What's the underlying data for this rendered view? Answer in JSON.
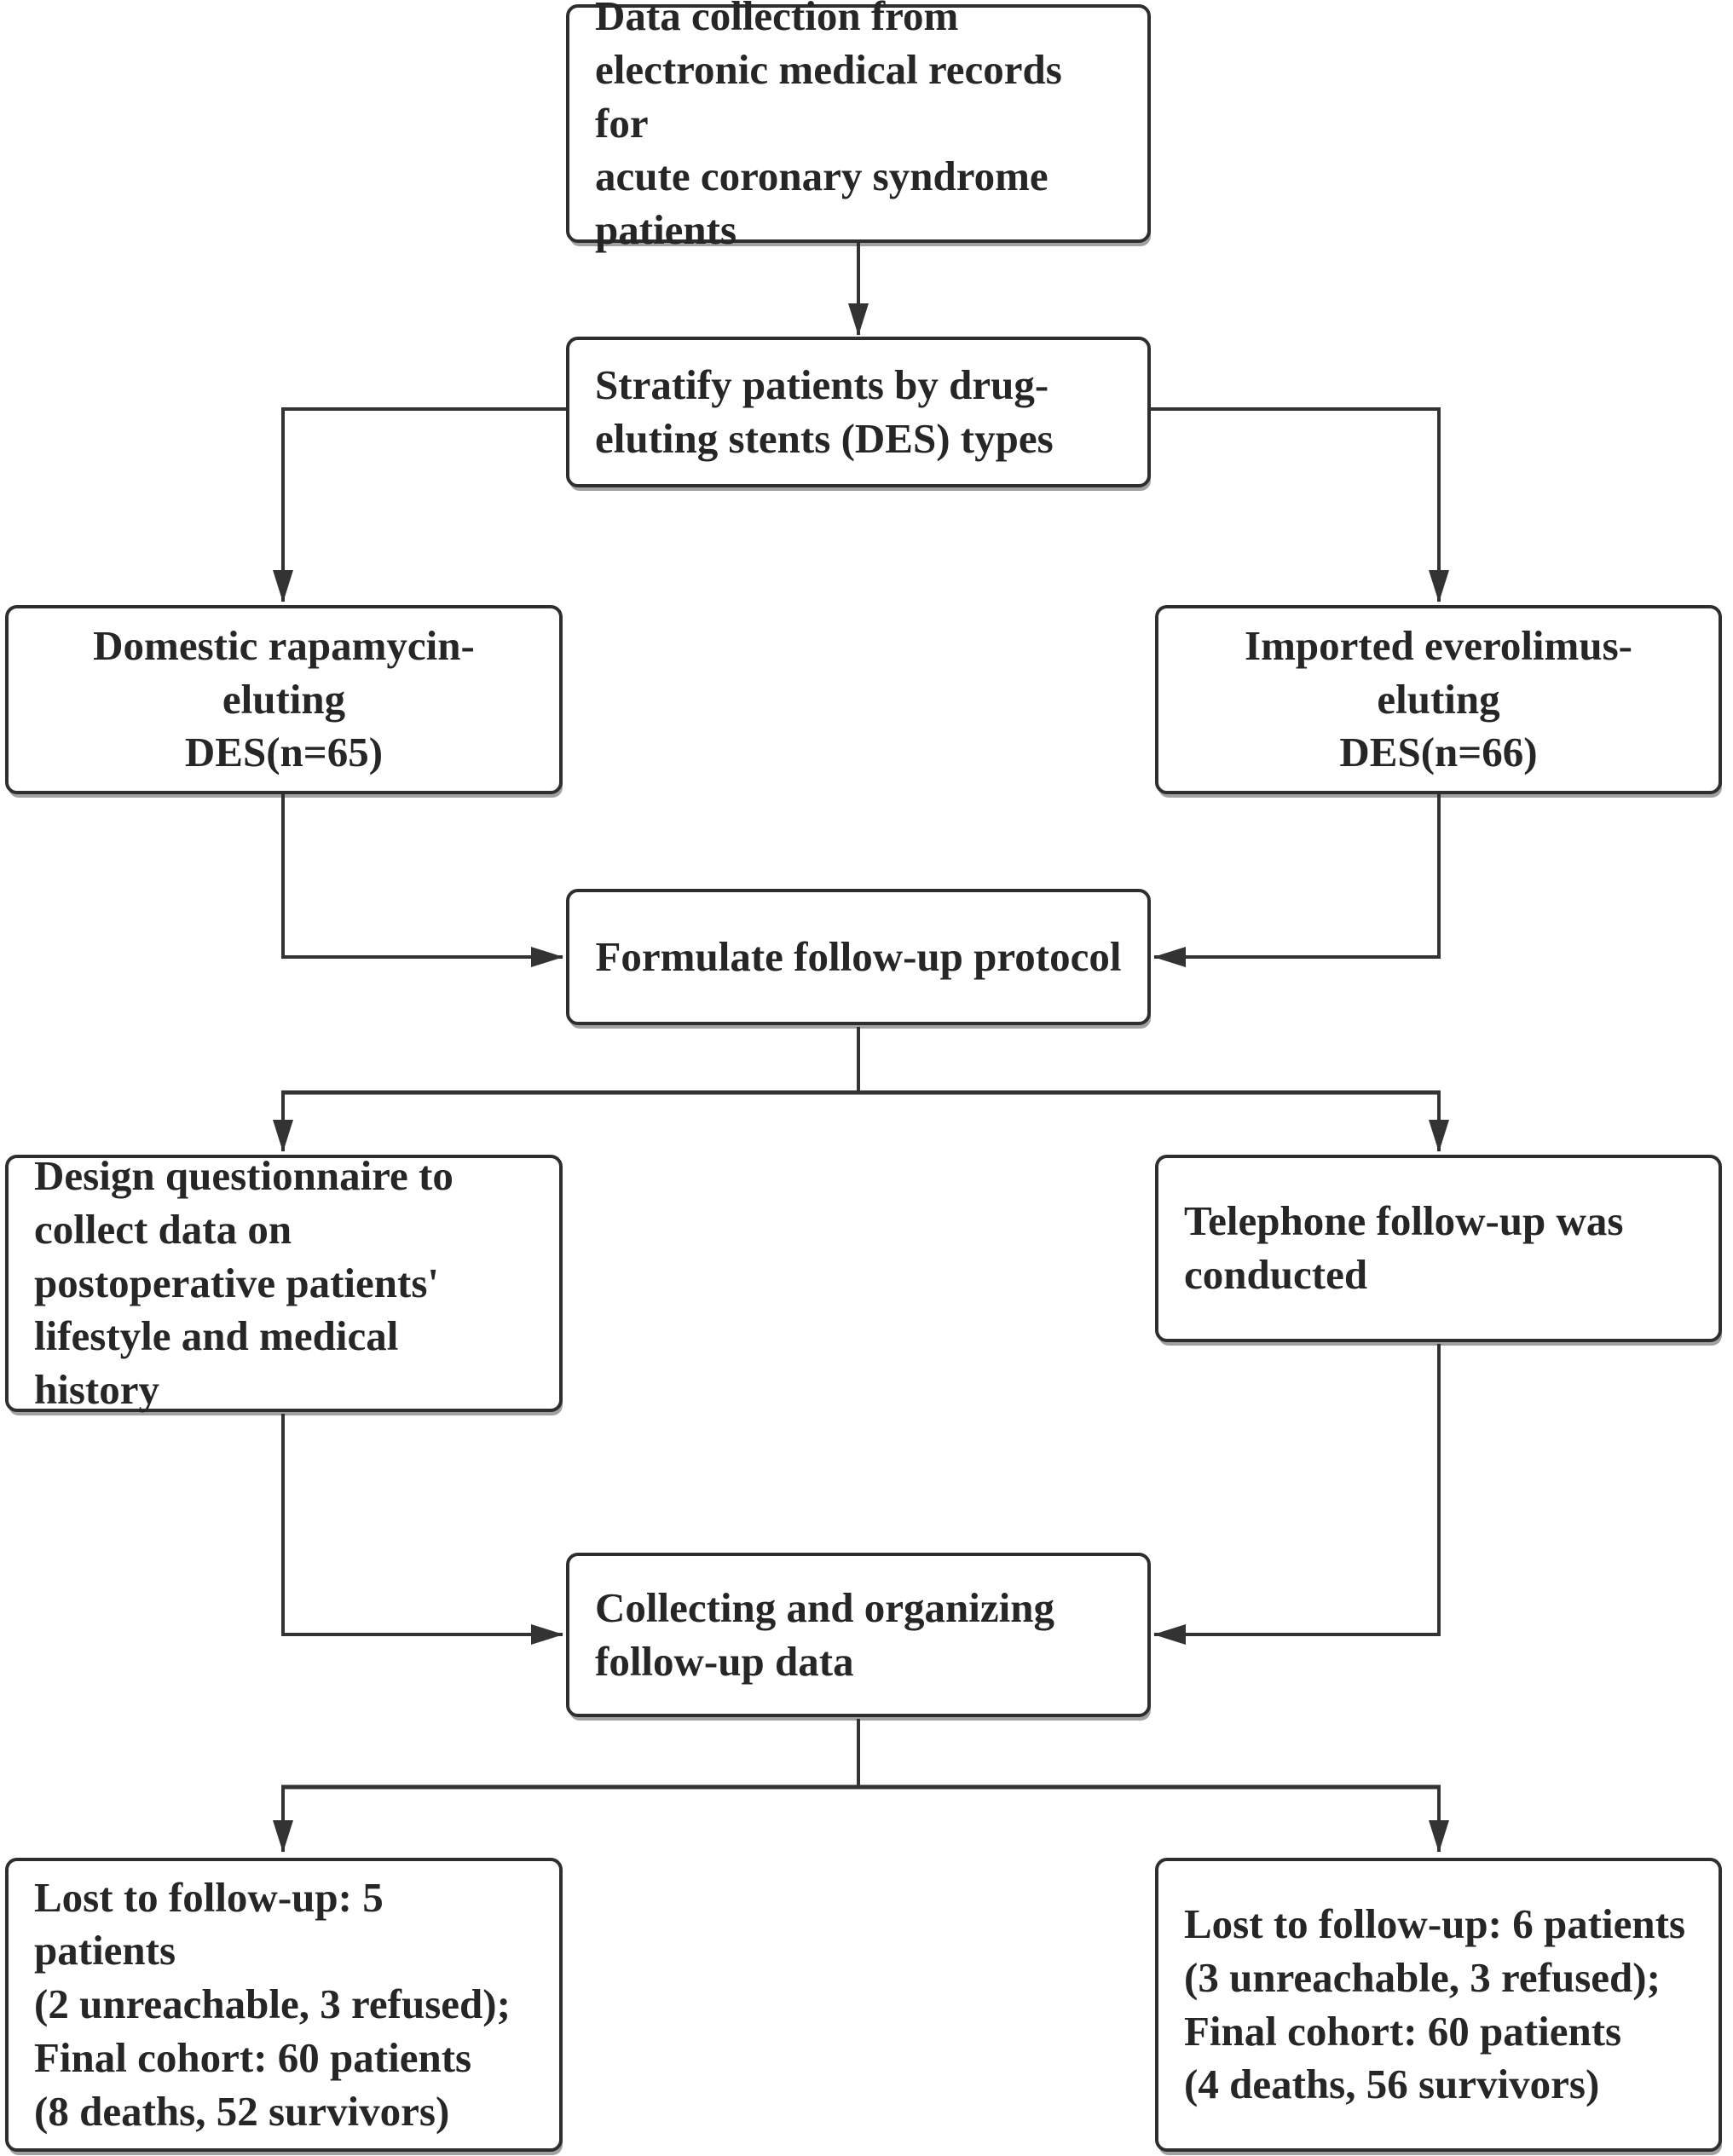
{
  "diagram_type": "flowchart",
  "colors": {
    "line": "#333333",
    "border": "#2e2e2e",
    "fill": "#ffffff",
    "text": "#262626",
    "background": "#ffffff"
  },
  "nodes": {
    "data_collection": {
      "label": [
        "Data collection from",
        "electronic medical records for",
        "acute coronary syndrome",
        "patients"
      ]
    },
    "stratify": {
      "label": [
        "Stratify patients by drug-",
        "eluting stents (DES) types"
      ]
    },
    "domestic_des": {
      "label": [
        "Domestic rapamycin-eluting",
        "DES(n=65)"
      ]
    },
    "imported_des": {
      "label": [
        "Imported everolimus-eluting",
        "DES(n=66)"
      ]
    },
    "formulate_protocol": {
      "label": [
        "Formulate follow-up protocol"
      ]
    },
    "design_questionnaire": {
      "label": [
        "Design questionnaire to",
        "collect data on",
        "postoperative patients'",
        "lifestyle and medical history"
      ]
    },
    "telephone_followup": {
      "label": [
        "Telephone follow-up was",
        "conducted"
      ]
    },
    "collecting_data": {
      "label": [
        "Collecting and organizing",
        "follow-up data"
      ]
    },
    "outcome_domestic": {
      "label": [
        "Lost to follow-up: 5 patients",
        "(2 unreachable, 3 refused);",
        "Final cohort: 60 patients",
        "(8 deaths, 52 survivors)"
      ]
    },
    "outcome_imported": {
      "label": [
        "Lost to follow-up: 6 patients",
        "(3 unreachable, 3 refused);",
        "Final cohort: 60 patients",
        "(4 deaths, 56 survivors)"
      ]
    }
  }
}
